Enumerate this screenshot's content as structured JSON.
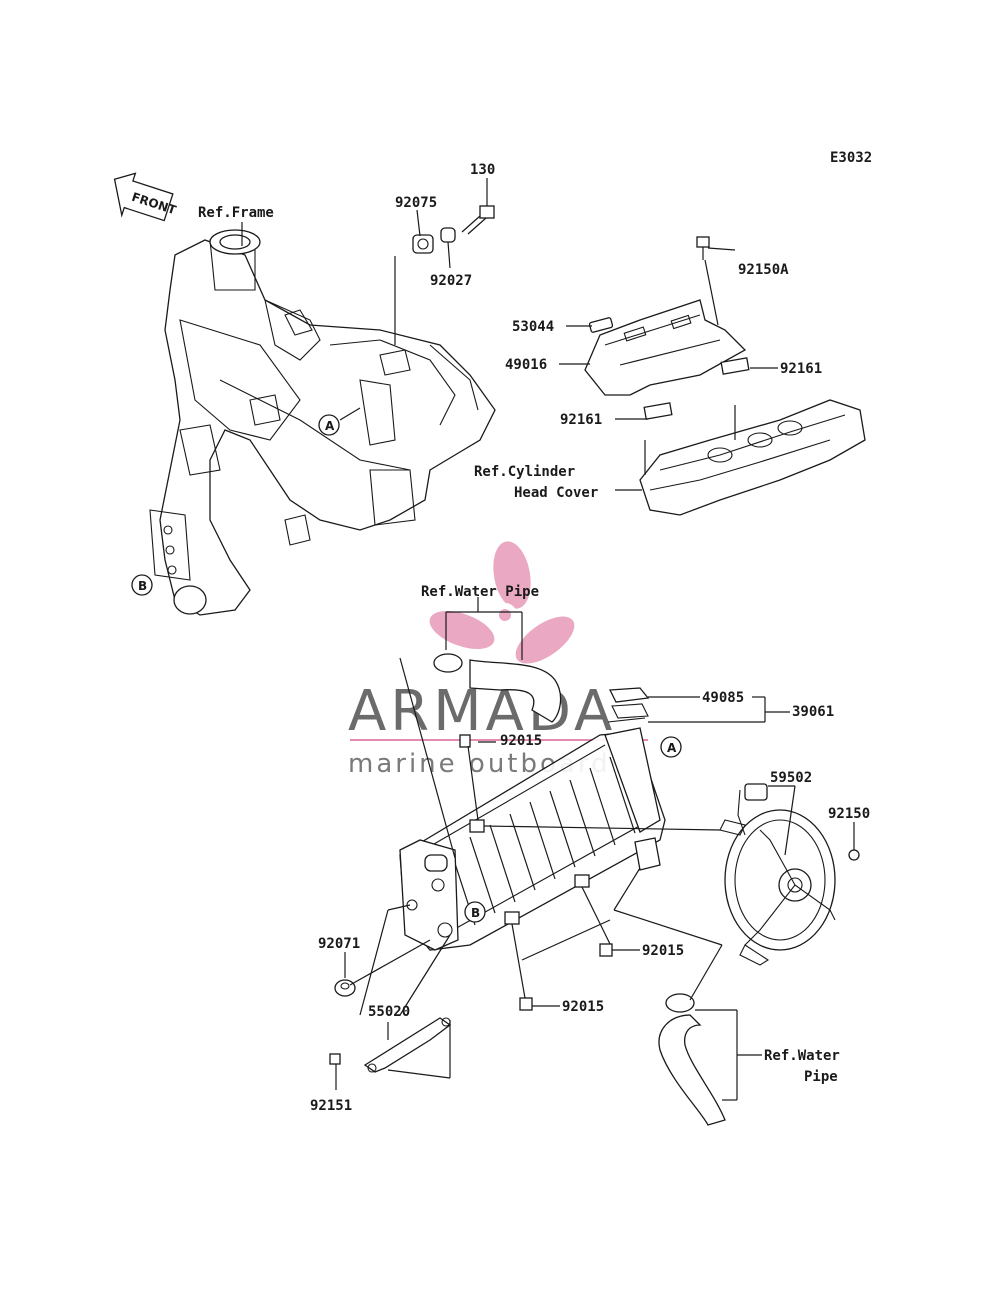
{
  "diagram_code": "E3032",
  "front_label": "FRONT",
  "callouts": {
    "p130": "130",
    "p92075": "92075",
    "p92027": "92027",
    "ref_frame": "Ref.Frame",
    "p92150A": "92150A",
    "p53044": "53044",
    "p49016": "49016",
    "p92161_right": "92161",
    "p92161_left": "92161",
    "ref_cyl_1": "Ref.Cylinder",
    "ref_cyl_2": "Head Cover",
    "ref_water_top": "Ref.Water Pipe",
    "p49085": "49085",
    "p39061": "39061",
    "p92015_top": "92015",
    "p59502": "59502",
    "p92150": "92150",
    "p92015_mid": "92015",
    "p92015_low": "92015",
    "p92071": "92071",
    "p55020": "55020",
    "p92151": "92151",
    "ref_water_bot_1": "Ref.Water",
    "ref_water_bot_2": "Pipe"
  },
  "markers": {
    "a_frame": "A",
    "b_frame": "B",
    "a_radiator": "A",
    "b_radiator": "B"
  },
  "watermark": {
    "brand": "ARMADA",
    "tagline": "marine outboards",
    "accent_color": "#e48cb0"
  }
}
